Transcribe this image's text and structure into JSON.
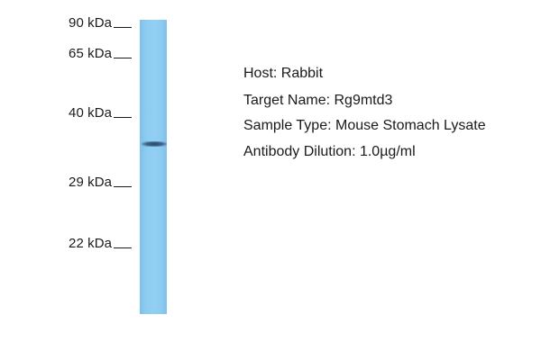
{
  "markers": [
    {
      "label": "90 kDa"
    },
    {
      "label": "65 kDa"
    },
    {
      "label": "40 kDa"
    },
    {
      "label": "29 kDa"
    },
    {
      "label": "22 kDa"
    }
  ],
  "info": {
    "host": "Host: Rabbit",
    "target": "Target Name: Rg9mtd3",
    "sample": "Sample Type: Mouse Stomach Lysate",
    "dilution": "Antibody Dilution: 1.0µg/ml"
  },
  "colors": {
    "lane": "#8ccbf0",
    "band": "#2f5677"
  }
}
